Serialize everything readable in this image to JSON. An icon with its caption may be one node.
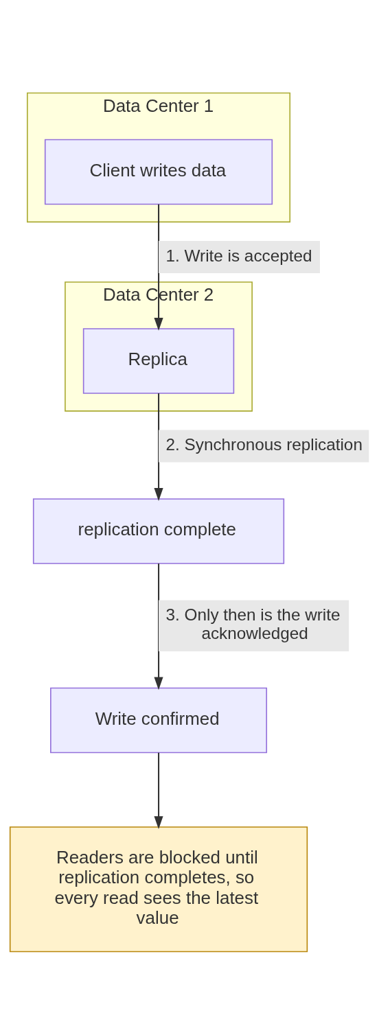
{
  "diagram": {
    "nodes": [
      {
        "text": [
          "Data Center 1"
        ]
      },
      {
        "text": [
          "Client writes data"
        ],
        "in": 0
      },
      {
        "text": [
          "Data Center 2"
        ]
      },
      {
        "text": [
          "Replica"
        ],
        "in": 2
      },
      {
        "text": [
          "replication complete"
        ]
      },
      {
        "text": [
          "Write confirmed"
        ]
      },
      {
        "text": [
          "Readers are blocked until replication completes, so every read sees the latest value"
        ]
      }
    ],
    "edges": [
      {
        "from": 1,
        "to": 3,
        "arrow": "to",
        "label": "1. Write is accepted"
      },
      {
        "from": 3,
        "to": 4,
        "arrow": "to",
        "label": "2. Synchronous replication"
      },
      {
        "from": 4,
        "to": 5,
        "arrow": "to",
        "label": "3. Only then is the write acknowledged"
      },
      {
        "from": 5,
        "to": 6,
        "arrow": "to"
      }
    ]
  }
}
